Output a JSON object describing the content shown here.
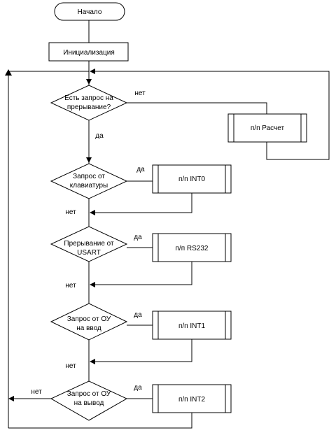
{
  "start": "Начало",
  "init": "Инициализация",
  "decisions": {
    "interrupt": {
      "line1": "Есть запрос на",
      "line2": "прерывание?"
    },
    "keyboard": {
      "line1": "Запрос от",
      "line2": "клавиатуры"
    },
    "usart": {
      "line1": "Прерывание от",
      "line2": "USART"
    },
    "input": {
      "line1": "Запрос от ОУ",
      "line2": "на ввод"
    },
    "output": {
      "line1": "Запрос от ОУ",
      "line2": "на вывод"
    }
  },
  "processes": {
    "calc": "п/п Расчет",
    "int0": "п/п INT0",
    "rs232": "п/п RS232",
    "int1": "п/п INT1",
    "int2": "п/п INT2"
  },
  "labels": {
    "yes": "да",
    "no": "нет"
  }
}
